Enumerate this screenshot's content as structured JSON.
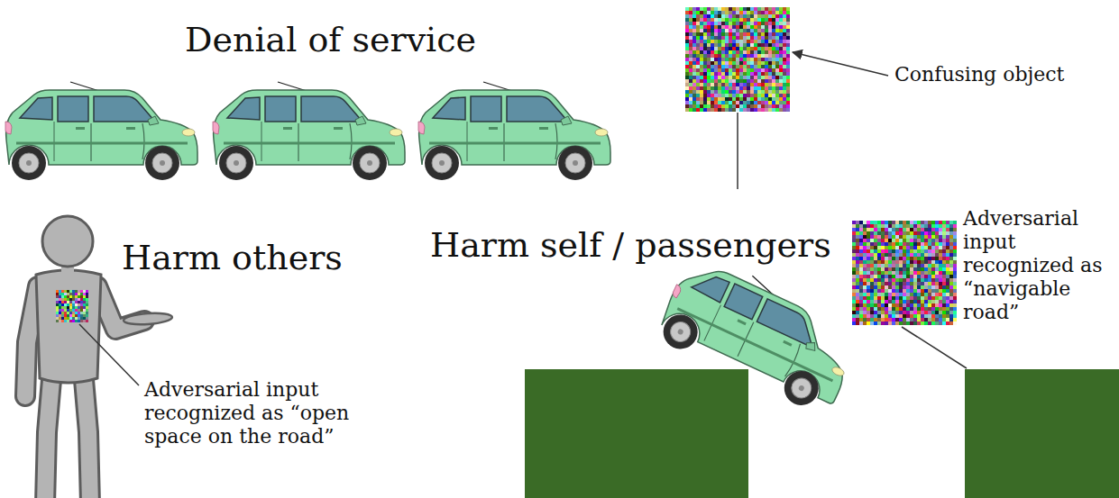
{
  "diagram": {
    "labels": [
      "Denial of service",
      "Confusing object",
      "Harm others",
      "Harm self / passengers",
      "Adversarial input recognized as “open space on the road”",
      "Adversarial input recognized as “navigable road”"
    ]
  }
}
